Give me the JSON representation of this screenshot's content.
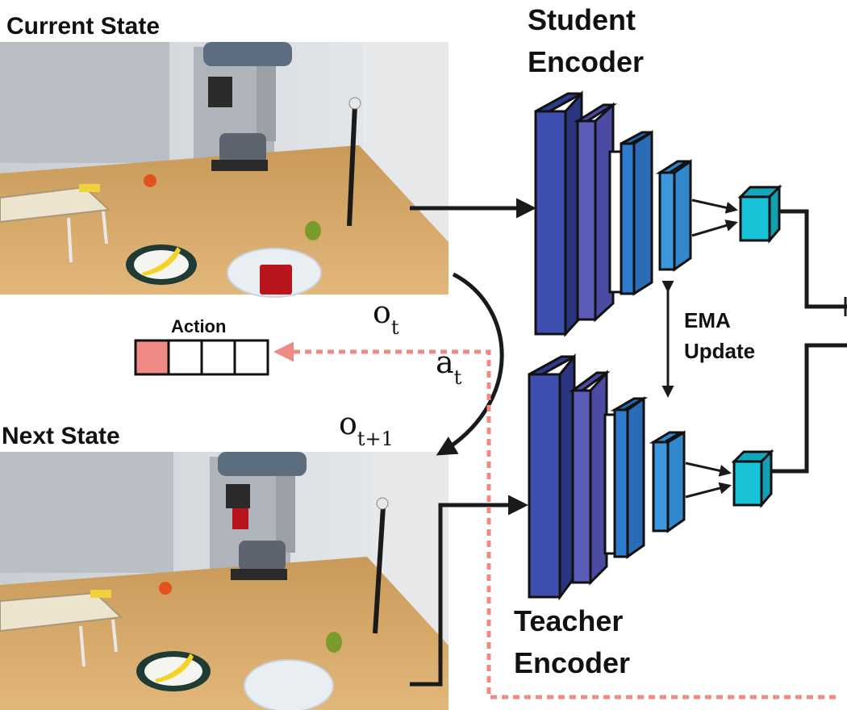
{
  "labels": {
    "current_state": "Current State",
    "next_state": "Next State",
    "student_line1": "Student",
    "student_line2": "Encoder",
    "teacher_line1": "Teacher",
    "teacher_line2": "Encoder",
    "ema_line1": "EMA",
    "ema_line2": "Update",
    "action": "Action"
  },
  "math": {
    "o": "o",
    "o_t_sub": "t",
    "a": "a",
    "a_t_sub": "t",
    "o_t1_sub": "t+1"
  },
  "action_vector": {
    "cells": 4,
    "highlighted_index": 0
  },
  "colors": {
    "layer_dark_blue": "#3f4fb0",
    "layer_purple": "#5b5bb8",
    "layer_mid_blue": "#2f7ccf",
    "layer_light_blue": "#3d97dc",
    "embedding_cyan": "#18c3d8",
    "action_highlight": "#f08a84",
    "dashed_arrow": "#f08a84",
    "arrow": "#1a1a1a",
    "wall": "#dfe3e6",
    "table_wood": "#d7a866"
  }
}
